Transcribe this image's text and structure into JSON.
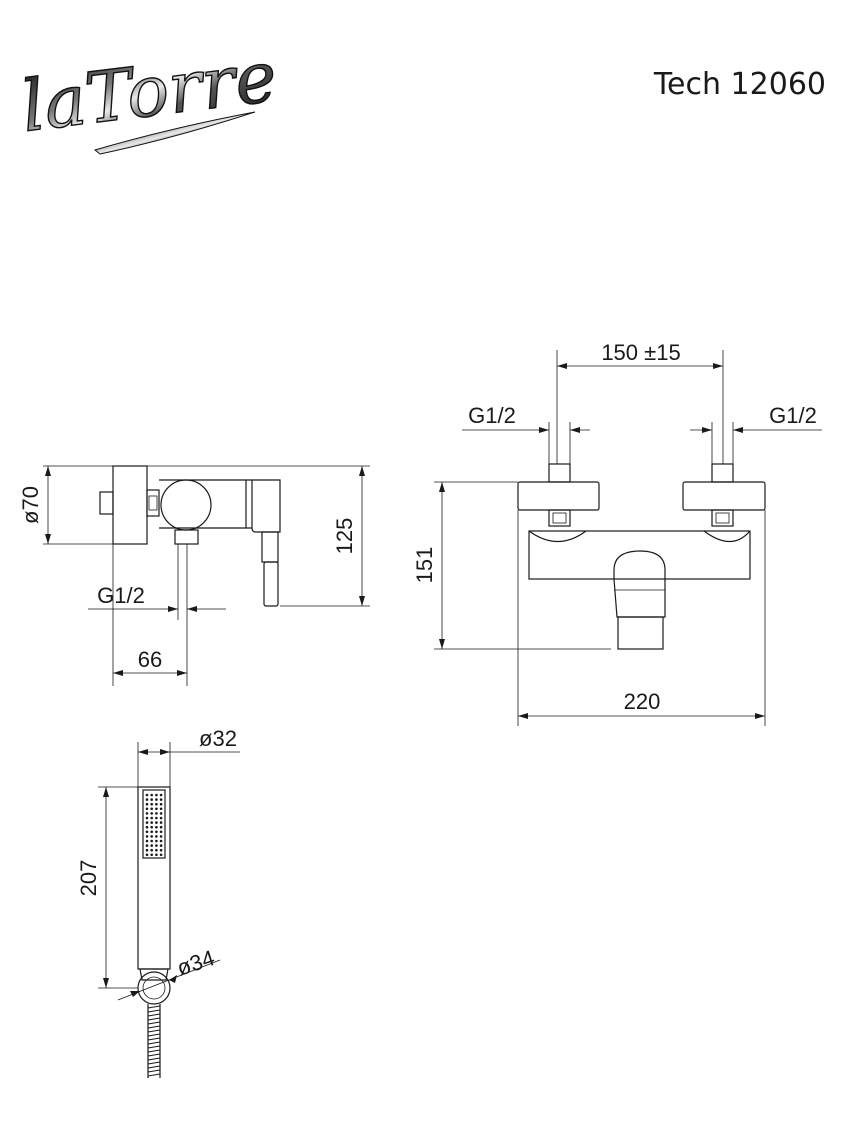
{
  "header": {
    "logo_text": "laTorre",
    "model": "Tech 12060"
  },
  "side_view": {
    "diameter_label": "ø70",
    "height_label": "125",
    "thread_label": "G1/2",
    "depth_label": "66"
  },
  "front_view": {
    "spacing_label": "150 ±15",
    "thread_left_label": "G1/2",
    "thread_right_label": "G1/2",
    "height_label": "151",
    "width_label": "220"
  },
  "hand_shower": {
    "head_diameter_label": "ø32",
    "length_label": "207",
    "handle_diameter_label": "ø34"
  }
}
